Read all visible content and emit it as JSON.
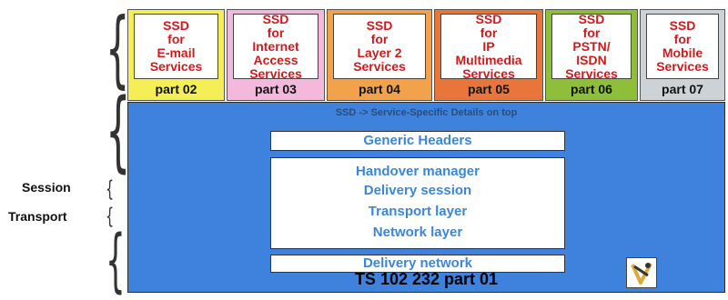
{
  "columns": [
    {
      "title": "SSD\nfor\nE-mail\nServices",
      "part": "part 02",
      "color": "#f4ef57"
    },
    {
      "title": "SSD\nfor\nInternet\nAccess\nServices",
      "part": "part 03",
      "color": "#f4b8dc"
    },
    {
      "title": "SSD\nfor\nLayer 2\nServices",
      "part": "part 04",
      "color": "#f2a24a"
    },
    {
      "title": "SSD\nfor\nIP\nMultimedia\nServices",
      "part": "part 05",
      "color": "#e8763a"
    },
    {
      "title": "SSD\nfor\nPSTN/\nISDN\nServices",
      "part": "part 06",
      "color": "#8fbf3a"
    },
    {
      "title": "SSD\nfor\nMobile\nServices",
      "part": "part 07",
      "color": "#cdd2d6"
    }
  ],
  "main": {
    "top_note": "SSD -> Service-Specific Details on top",
    "generic_headers": "Generic Headers",
    "layers": [
      "Handover manager",
      "Delivery session",
      "Transport layer",
      "Network layer"
    ],
    "delivery_network": "Delivery network",
    "footer_title": "TS 102 232 part 01"
  },
  "side_labels": {
    "session": "Session",
    "transport": "Transport"
  },
  "colors": {
    "main_background": "#3e82de",
    "title_red": "#d21a1a",
    "box_text_blue": "#3b86d8"
  }
}
